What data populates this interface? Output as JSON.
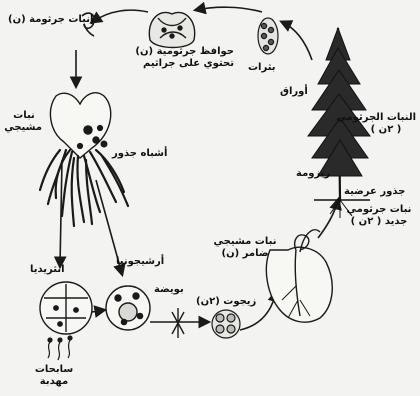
{
  "labels": {
    "spore_germination": "إنبات جرثومة (ن)",
    "sporangia_line1": "حوافظ جرثومية (ن)",
    "sporangia_line2": "تحتوي على جراثيم",
    "sori": "بثرات",
    "leaves": "أوراق",
    "sporophyte_line1": "النبات الجرثومي",
    "sporophyte_line2": "( ٢ن )",
    "gametophyte_line1": "نبات",
    "gametophyte_line2": "مشيجي",
    "rhizome": "ريزومة",
    "adventitious_roots": "جذور عرضية",
    "rhizoids": "أشباه جذور",
    "new_sporophyte_line1": "نبات جرثومي",
    "new_sporophyte_line2": "جديد ( ٢ن )",
    "withered_gametophyte_line1": "نبات مشيجي",
    "withered_gametophyte_line2": "ضامر (ن)",
    "archegonium": "أرشيجونيا",
    "egg": "بويضة",
    "antheridium": "انثريديا",
    "sperms_line1": "سابحات",
    "sperms_line2": "مهدبة",
    "zygote": "زيجوت (٢ن)"
  },
  "colors": {
    "ink": "#1a1a1a",
    "background": "#f3f3f1"
  }
}
